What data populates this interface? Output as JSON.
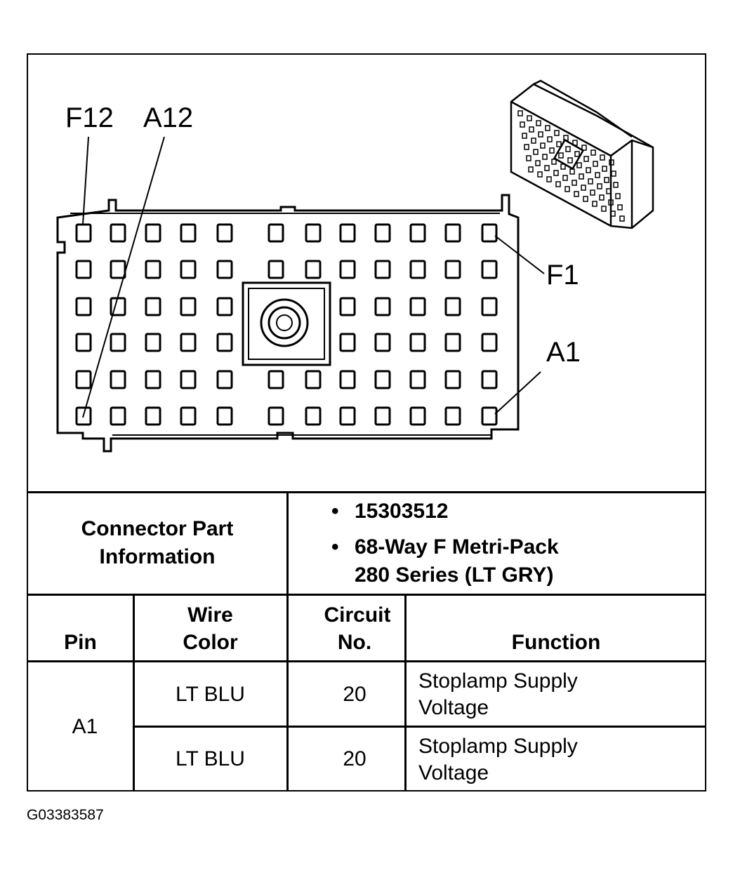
{
  "diagram": {
    "labels": {
      "f12": "F12",
      "a12": "A12",
      "f1": "F1",
      "a1": "A1"
    }
  },
  "connector_info": {
    "header": [
      "Connector Part",
      "Information"
    ],
    "part_number": "15303512",
    "description_line1": "68-Way F Metri-Pack",
    "description_line2": "280 Series (LT GRY)"
  },
  "table": {
    "columns": {
      "pin": "Pin",
      "wire_color_1": "Wire",
      "wire_color_2": "Color",
      "circuit_1": "Circuit",
      "circuit_2": "No.",
      "function": "Function"
    },
    "pin_group": "A1",
    "rows": [
      {
        "wire_color": "LT BLU",
        "circuit": "20",
        "function_line1": "Stoplamp Supply",
        "function_line2": "Voltage"
      },
      {
        "wire_color": "LT BLU",
        "circuit": "20",
        "function_line1": "Stoplamp Supply",
        "function_line2": "Voltage"
      }
    ]
  },
  "footer": {
    "figure_id": "G03383587"
  },
  "bullet_char": "•"
}
